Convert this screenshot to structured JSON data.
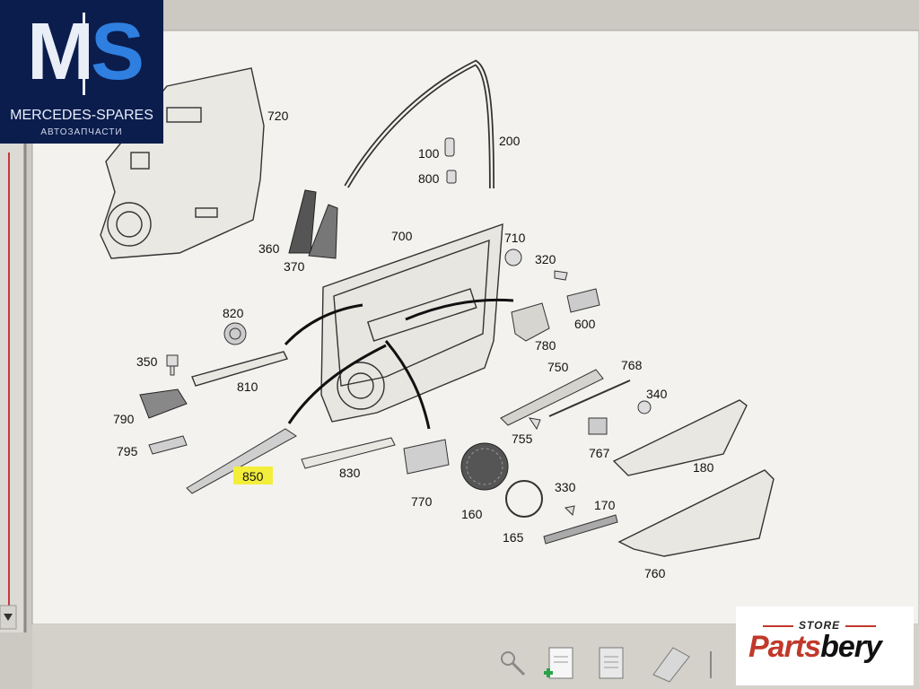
{
  "diagram": {
    "part_labels": [
      {
        "id": "720",
        "text": "720"
      },
      {
        "id": "200",
        "text": "200"
      },
      {
        "id": "100",
        "text": "100"
      },
      {
        "id": "800",
        "text": "800"
      },
      {
        "id": "360",
        "text": "360"
      },
      {
        "id": "370",
        "text": "370"
      },
      {
        "id": "700",
        "text": "700"
      },
      {
        "id": "710",
        "text": "710"
      },
      {
        "id": "320",
        "text": "320"
      },
      {
        "id": "600",
        "text": "600"
      },
      {
        "id": "820",
        "text": "820"
      },
      {
        "id": "350",
        "text": "350"
      },
      {
        "id": "810",
        "text": "810"
      },
      {
        "id": "780",
        "text": "780"
      },
      {
        "id": "750",
        "text": "750"
      },
      {
        "id": "768",
        "text": "768"
      },
      {
        "id": "340",
        "text": "340"
      },
      {
        "id": "790",
        "text": "790"
      },
      {
        "id": "795",
        "text": "795"
      },
      {
        "id": "755",
        "text": "755"
      },
      {
        "id": "767",
        "text": "767"
      },
      {
        "id": "180",
        "text": "180"
      },
      {
        "id": "850",
        "text": "850",
        "highlighted": true
      },
      {
        "id": "830",
        "text": "830"
      },
      {
        "id": "770",
        "text": "770"
      },
      {
        "id": "160",
        "text": "160"
      },
      {
        "id": "330",
        "text": "330"
      },
      {
        "id": "170",
        "text": "170"
      },
      {
        "id": "165",
        "text": "165"
      },
      {
        "id": "760",
        "text": "760"
      }
    ],
    "highlight_color": "#f2ee3a"
  },
  "watermark_top_left": {
    "brand": "MERCEDES-SPARES",
    "subtitle": "АВТОЗАПЧАСТИ",
    "colors": {
      "background": "#0b1d4d",
      "accent": "#2f7fe0"
    }
  },
  "watermark_bottom_right": {
    "store": "STORE",
    "name_part1": "Parts",
    "name_part2": "bery",
    "colors": {
      "accent": "#c0392b"
    }
  },
  "toolbar": {
    "icons": [
      "key-search-icon",
      "new-document-icon",
      "document-icon",
      "eraser-icon"
    ]
  }
}
